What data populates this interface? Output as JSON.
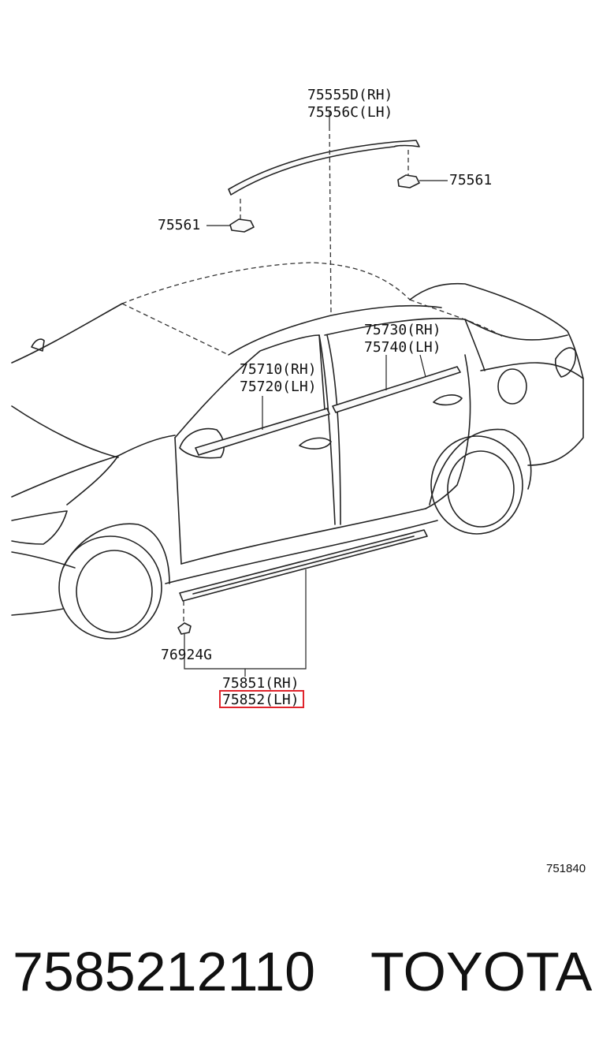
{
  "labels": {
    "roof_molding_rh": "75555D(RH)",
    "roof_molding_lh": "75556C(LH)",
    "clip_right": "75561",
    "clip_left": "75561",
    "rear_door_molding_rh": "75730(RH)",
    "rear_door_molding_lh": "75740(LH)",
    "front_door_molding_rh": "75710(RH)",
    "front_door_molding_lh": "75720(LH)",
    "rocker_clip": "76924G",
    "rocker_molding_rh": "75851(RH)",
    "rocker_molding_lh": "75852(LH)"
  },
  "diagram_ref": "751840",
  "footer": {
    "part_number": "7585212110",
    "brand": "TOYOTA"
  },
  "highlight_color": "#e0242c"
}
